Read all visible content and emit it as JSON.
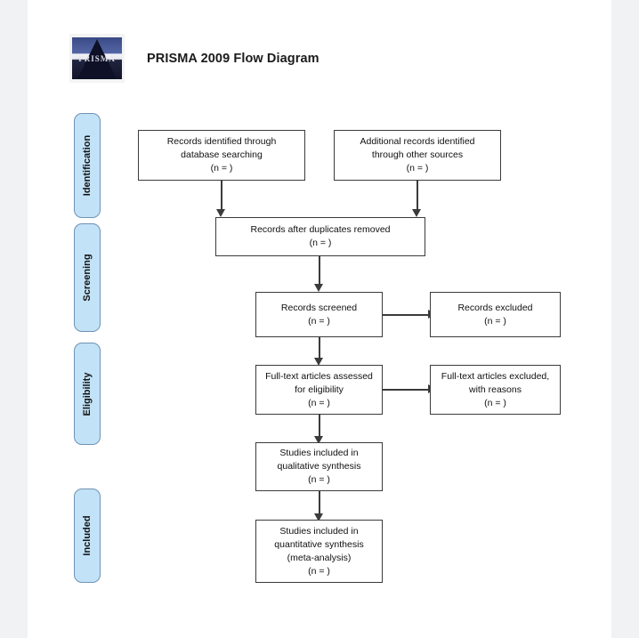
{
  "header": {
    "title": "PRISMA 2009 Flow Diagram",
    "logo_word": "PRISMA",
    "logo_name": "prisma-logo"
  },
  "phases": [
    {
      "id": "identification",
      "label": "Identification"
    },
    {
      "id": "screening",
      "label": "Screening"
    },
    {
      "id": "eligibility",
      "label": "Eligibility"
    },
    {
      "id": "included",
      "label": "Included"
    }
  ],
  "boxes": {
    "database_searching": {
      "line1": "Records identified through",
      "line2": "database searching",
      "line3": "(n =   )"
    },
    "other_sources": {
      "line1": "Additional records identified",
      "line2": "through other sources",
      "line3": "(n =   )"
    },
    "duplicates_removed": {
      "line1": "Records after duplicates removed",
      "line2": "(n =   )"
    },
    "records_screened": {
      "line1": "Records screened",
      "line2": "(n =   )"
    },
    "records_excluded": {
      "line1": "Records excluded",
      "line2": "(n =   )"
    },
    "fulltext_assessed": {
      "line1": "Full-text articles assessed",
      "line2": "for eligibility",
      "line3": "(n =   )"
    },
    "fulltext_excluded": {
      "line1": "Full-text articles excluded,",
      "line2": "with reasons",
      "line3": "(n =   )"
    },
    "qualitative_synthesis": {
      "line1": "Studies included in",
      "line2": "qualitative synthesis",
      "line3": "(n =   )"
    },
    "quantitative_synthesis": {
      "line1": "Studies included in",
      "line2": "quantitative synthesis",
      "line3": "(meta-analysis)",
      "line4": "(n =   )"
    }
  },
  "colors": {
    "phase_fill": "#c2e2f7",
    "phase_border": "#6f93b3",
    "box_border": "#3b3b3b",
    "page_background": "#ffffff",
    "canvas_background": "#f1f2f4"
  }
}
